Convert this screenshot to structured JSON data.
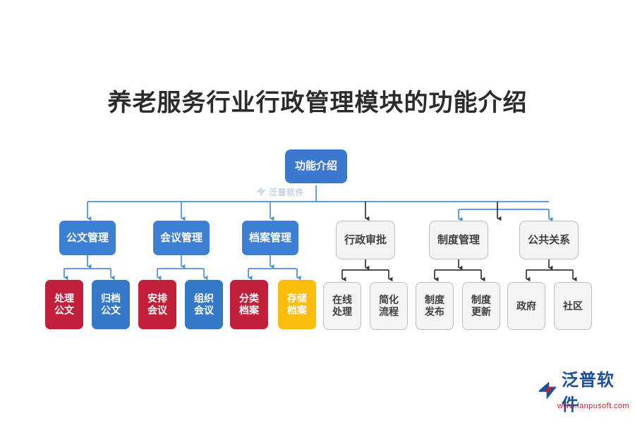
{
  "page": {
    "title": "养老服务行业行政管理模块的功能介绍",
    "background_color": "#FFFFFF"
  },
  "colors": {
    "root_blue": "#3C78D0",
    "branch_blue": "#3C7FD3",
    "leaf_red": "#C2203A",
    "leaf_blue": "#3479C8",
    "leaf_yellow": "#FBBC0B",
    "plain_fill": "#F4F4F4",
    "plain_border": "#BDBDBD",
    "plain_text": "#404040",
    "connector_blue": "#4A8FD4",
    "connector_dark": "#333333",
    "title_text": "#2B2B2B",
    "logo_blue": "#1B4F9C",
    "logo_red": "#C8202E"
  },
  "chart_data": {
    "type": "diagram",
    "subtype": "org-tree",
    "title": "养老服务行业行政管理模块的功能介绍",
    "root": "功能介绍",
    "branches": [
      {
        "label": "公文管理",
        "style": "blue",
        "children": [
          {
            "label": "处理公文",
            "style": "red"
          },
          {
            "label": "归档公文",
            "style": "blue"
          }
        ]
      },
      {
        "label": "会议管理",
        "style": "blue",
        "children": [
          {
            "label": "安排会议",
            "style": "red"
          },
          {
            "label": "组织会议",
            "style": "blue"
          }
        ]
      },
      {
        "label": "档案管理",
        "style": "blue",
        "children": [
          {
            "label": "分类档案",
            "style": "red"
          },
          {
            "label": "存储档案",
            "style": "yellow"
          }
        ]
      },
      {
        "label": "行政审批",
        "style": "plain",
        "children": [
          {
            "label": "在线处理",
            "style": "plain"
          },
          {
            "label": "简化流程",
            "style": "plain"
          }
        ]
      },
      {
        "label": "制度管理",
        "style": "plain",
        "children": [
          {
            "label": "制度发布",
            "style": "plain"
          },
          {
            "label": "制度更新",
            "style": "plain"
          }
        ]
      },
      {
        "label": "公共关系",
        "style": "plain",
        "children": [
          {
            "label": "政府",
            "style": "plain"
          },
          {
            "label": "社区",
            "style": "plain"
          }
        ]
      }
    ]
  },
  "nodes": {
    "root": "功能介绍",
    "level2": {
      "n0": "公文管理",
      "n1": "会议管理",
      "n2": "档案管理",
      "n3": "行政审批",
      "n4": "制度管理",
      "n5": "公共关系"
    },
    "leaves": {
      "l0": "处理\n公文",
      "l1": "归档\n公文",
      "l2": "安排\n会议",
      "l3": "组织\n会议",
      "l4": "分类\n档案",
      "l5": "存储\n档案",
      "l6": "在线\n处理",
      "l7": "简化\n流程",
      "l8": "制度\n发布",
      "l9": "制度\n更新",
      "l10": "政府",
      "l11": "社区"
    }
  },
  "branding": {
    "logo_name": "泛普软件",
    "logo_url": "www.fanpusoft.com",
    "watermark_text": "泛普软件"
  }
}
